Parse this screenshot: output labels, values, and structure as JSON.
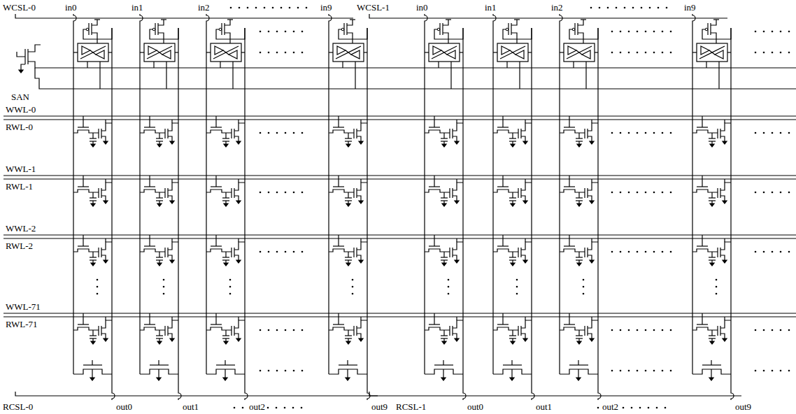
{
  "diagram": {
    "labels": [
      "WCSL-0",
      "in0",
      "in1",
      "in2",
      "in9",
      "WCSL-1",
      "in0",
      "in1",
      "in2",
      "in9",
      "SAN",
      "WWL-0",
      "RWL-0",
      "WWL-1",
      "RWL-1",
      "WWL-2",
      "RWL-2",
      "WWL-71",
      "RWL-71",
      "RCSL-0",
      "out0",
      "out1",
      "out2",
      "out9",
      "RCSL-1",
      "out0",
      "out1",
      "out2",
      "out9"
    ]
  }
}
